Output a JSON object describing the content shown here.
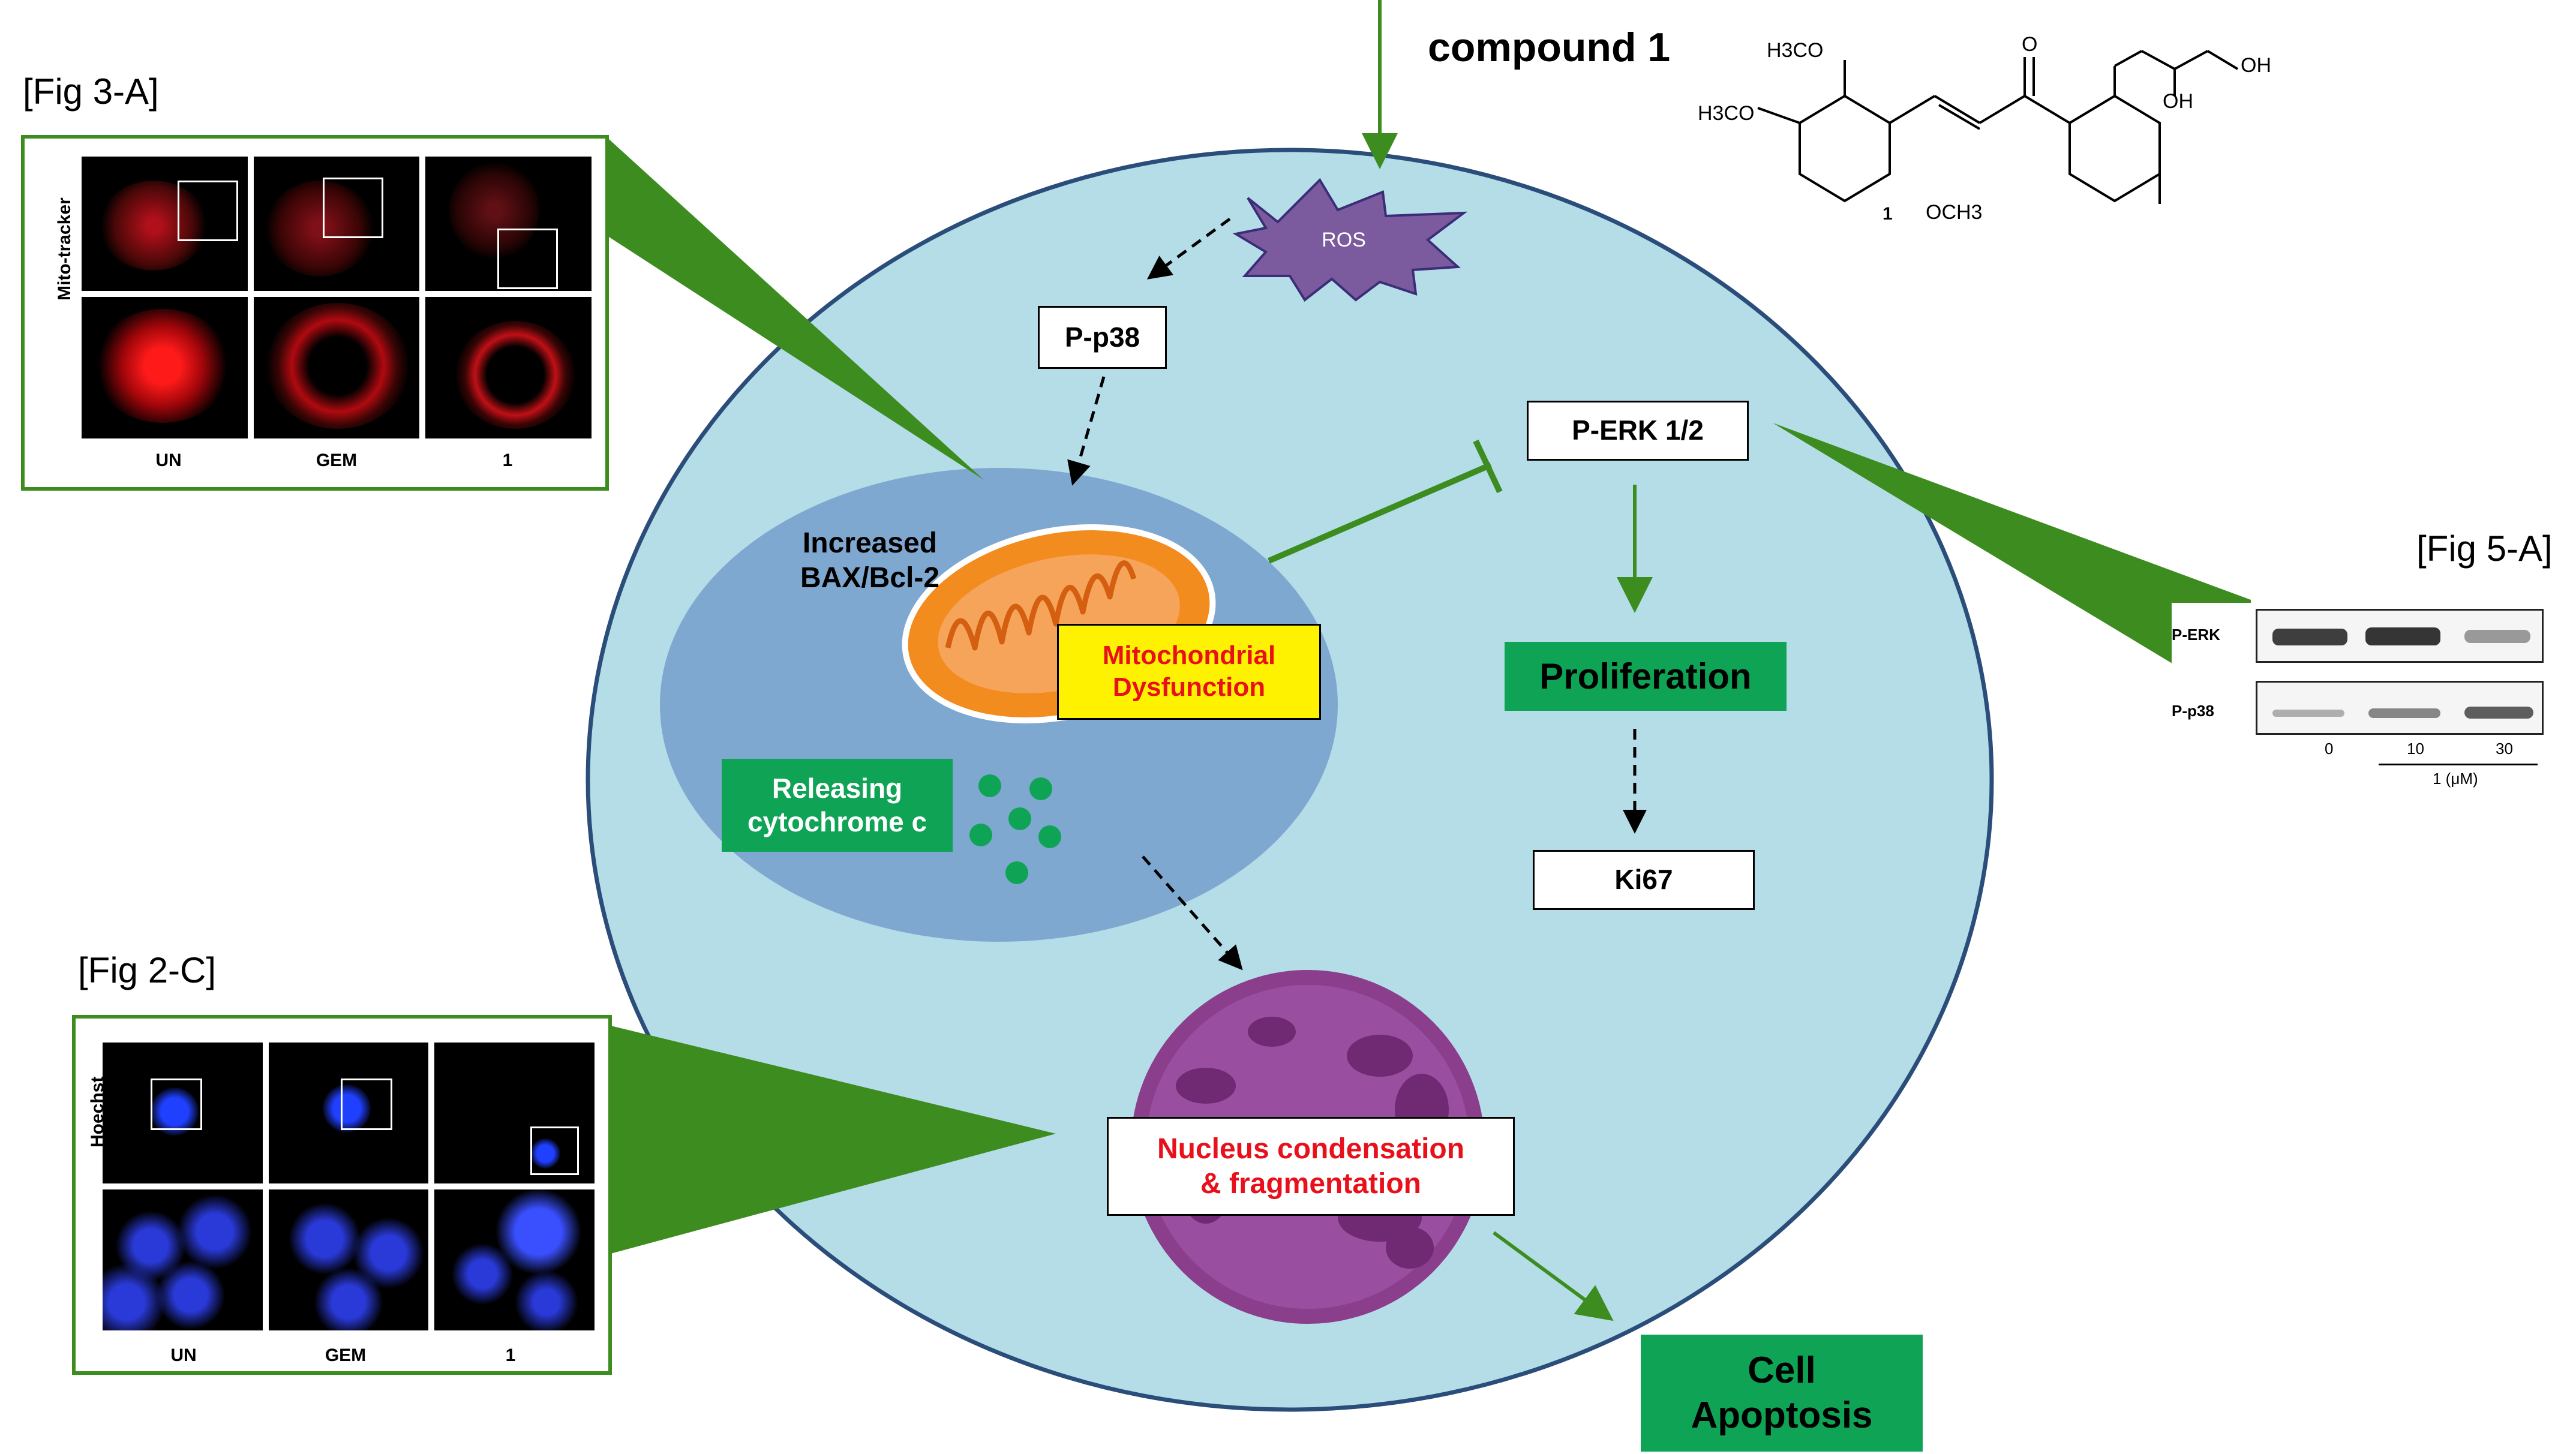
{
  "diagram": {
    "compound_title": "compound 1",
    "structure": {
      "label": "1",
      "groups": [
        "H3CO",
        "OCH3",
        "H3CO",
        "O",
        "OH",
        "OH"
      ]
    },
    "nodes": {
      "ros": "ROS",
      "pp38": "P-p38",
      "perk": "P-ERK 1/2",
      "bax": "Increased\nBAX/Bcl-2",
      "mito": "Mitochondrial\nDysfunction",
      "cytochrome": "Releasing\ncytochrome c",
      "proliferation": "Proliferation",
      "ki67": "Ki67",
      "nucleus": "Nucleus condensation\n& fragmentation",
      "apoptosis": "Cell\nApoptosis"
    },
    "figures": {
      "fig3a": {
        "label": "[Fig 3-A]",
        "side_label": "Mito-tracker",
        "columns": [
          "UN",
          "GEM",
          "1"
        ]
      },
      "fig2c": {
        "label": "[Fig 2-C]",
        "side_label": "Hoechst",
        "columns": [
          "UN",
          "GEM",
          "1"
        ]
      },
      "fig5a": {
        "label": "[Fig 5-A]",
        "rows": [
          "P-ERK",
          "P-p38"
        ],
        "lanes": [
          "0",
          "10",
          "30"
        ],
        "lane_axis": "1 (μM)",
        "perk_levels": [
          0.9,
          0.95,
          0.45
        ],
        "pp38_levels": [
          0.35,
          0.55,
          0.75
        ]
      }
    },
    "colors": {
      "cell": "#b5dde8",
      "cell_border": "#2a4d7a",
      "mito_zone": "#7fa8d0",
      "arrow_green": "#3d8c1f",
      "accent_green": "#0fa356",
      "ros": "#7b5a9e",
      "nucleus": "#8a3e8c",
      "mito": "#f28c1f",
      "highlight_red": "#e8101a",
      "highlight_yellow": "#fff200"
    }
  }
}
